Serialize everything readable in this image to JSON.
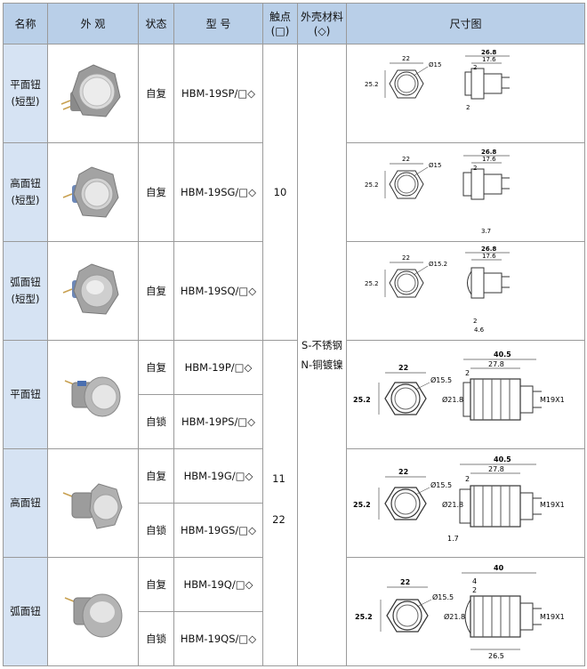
{
  "header": {
    "name": "名称",
    "appearance": "外 观",
    "state": "状态",
    "model": "型 号",
    "contact_l1": "触点",
    "contact_l2": "(□)",
    "material_l1": "外壳材料",
    "material_l2": "(◇)",
    "dimension": "尺寸图"
  },
  "rows": [
    {
      "name_l1": "平面钮",
      "name_l2": "(短型)",
      "variants": [
        {
          "state": "自复",
          "model": "HBM-19SP/□◇"
        }
      ],
      "dims": {
        "width": "22",
        "height": "25.2",
        "dia": "Ø15",
        "length": "26.8",
        "inner": "17.6",
        "small_a": "2",
        "small_b": "2"
      }
    },
    {
      "name_l1": "高面钮",
      "name_l2": "(短型)",
      "variants": [
        {
          "state": "自复",
          "model": "HBM-19SG/□◇"
        }
      ],
      "dims": {
        "width": "22",
        "height": "25.2",
        "dia": "Ø15",
        "length": "26.8",
        "inner": "17.6",
        "small_a": "2",
        "small_b": "3.7"
      }
    },
    {
      "name_l1": "弧面钮",
      "name_l2": "(短型)",
      "variants": [
        {
          "state": "自复",
          "model": "HBM-19SQ/□◇"
        }
      ],
      "dims": {
        "width": "22",
        "height": "25.2",
        "dia": "Ø15.2",
        "length": "26.8",
        "inner": "17.6",
        "small_a": "2",
        "small_b": "4.6"
      }
    },
    {
      "name_l1": "平面钮",
      "name_l2": "",
      "variants": [
        {
          "state": "自复",
          "model": "HBM-19P/□◇"
        },
        {
          "state": "自锁",
          "model": "HBM-19PS/□◇"
        }
      ],
      "dims": {
        "width": "22",
        "height": "25.2",
        "dia": "Ø15.5",
        "length": "40.5",
        "inner": "27.8",
        "small_a": "2",
        "thread_dia": "Ø21.8",
        "thread": "M19X1"
      }
    },
    {
      "name_l1": "高面钮",
      "name_l2": "",
      "variants": [
        {
          "state": "自复",
          "model": "HBM-19G/□◇"
        },
        {
          "state": "自锁",
          "model": "HBM-19GS/□◇"
        }
      ],
      "dims": {
        "width": "22",
        "height": "25.2",
        "dia": "Ø15.5",
        "length": "40.5",
        "inner": "27.8",
        "small_a": "2",
        "small_b": "1.7",
        "thread_dia": "Ø21.8",
        "thread": "M19X1"
      }
    },
    {
      "name_l1": "弧面钮",
      "name_l2": "",
      "variants": [
        {
          "state": "自复",
          "model": "HBM-19Q/□◇"
        },
        {
          "state": "自锁",
          "model": "HBM-19QS/□◇"
        }
      ],
      "dims": {
        "width": "22",
        "height": "25.2",
        "dia": "Ø15.5",
        "length": "40",
        "small_a": "4",
        "small_c": "2",
        "inner": "26.5",
        "thread_dia": "Ø21.8",
        "thread": "M19X1"
      }
    }
  ],
  "contacts": {
    "group1": "10",
    "group2_a": "11",
    "group2_b": "22"
  },
  "materials": {
    "line1": "S-不锈钢",
    "line2": "N-铜镀镍"
  }
}
